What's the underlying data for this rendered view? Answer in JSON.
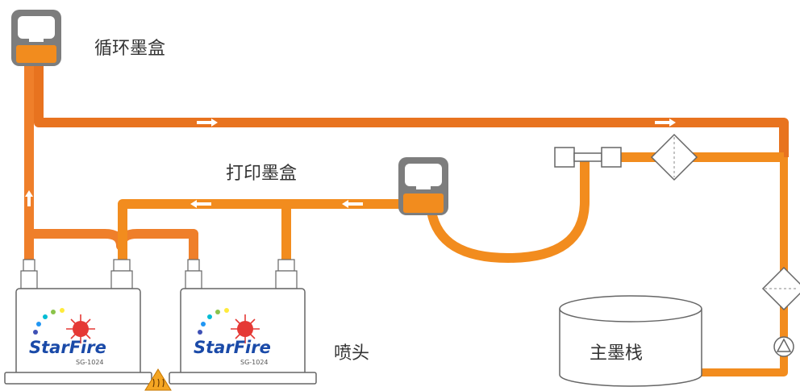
{
  "labels": {
    "circulation_cartridge": "循环墨盒",
    "print_cartridge": "打印墨盒",
    "print_heads": "喷头",
    "main_ink_tank": "主墨栈"
  },
  "print_head_brand": {
    "name": "StarFire",
    "model": "SG-1024"
  },
  "colors": {
    "pipe_orange": "#f28c1e",
    "pipe_orange_dark": "#e8731f",
    "cartridge_gray": "#7d7d7d",
    "arrow_white": "#ffffff",
    "outline_gray": "#555555",
    "heater_yellow": "#f5a623"
  },
  "icons": [
    "flow-arrow-icon",
    "filter-icon",
    "pump-icon",
    "heater-warning-icon",
    "starburst-logo-icon"
  ]
}
